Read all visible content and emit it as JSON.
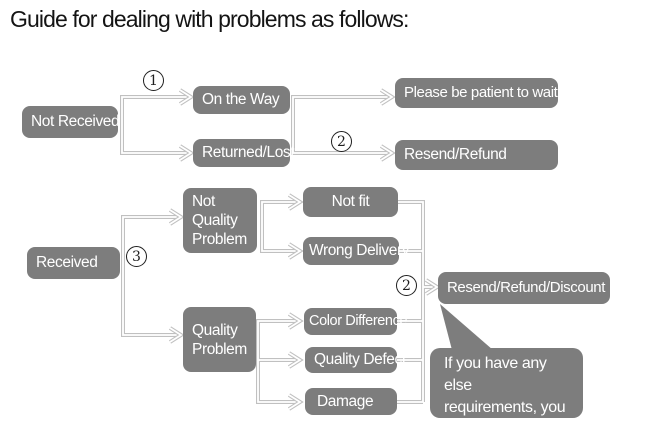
{
  "title": "Guide for dealing with problems as follows:",
  "colors": {
    "box_fill": "#7d7d7d",
    "box_text": "#ffffff",
    "line": "#c0c0c0",
    "marker_ink": "#1f1f1f",
    "background": "#ffffff"
  },
  "nodes": {
    "not_received": "Not Received",
    "on_the_way": "On the Way",
    "returned_lost": "Returned/Lost",
    "please_wait": "Please be patient to wait",
    "resend_refund": "Resend/Refund",
    "received": "Received",
    "not_quality_problem": "Not\nQuality\nProblem",
    "quality_problem": "Quality\nProblem",
    "not_fit": "Not fit",
    "wrong_delivery": "Wrong Delivery",
    "resend_refund_discount": "Resend/Refund/Discount",
    "color_difference": "Color Difference",
    "quality_defect": "Quality Defect",
    "damage": "Damage"
  },
  "markers": {
    "step1": "1",
    "step2_top": "2",
    "step3": "3",
    "step2_bottom": "2"
  },
  "note_bubble": "If you have any else\nrequirements, you could\nalso tell us!",
  "edges": [
    "Not Received → On the Way (1)",
    "Not Received → Returned/Lost",
    "On the Way → Please be patient to wait",
    "Returned/Lost → Resend/Refund (2)",
    "Received → Not Quality Problem (3)",
    "Received → Quality Problem (3)",
    "Not Quality Problem → Not fit",
    "Not Quality Problem → Wrong Delivery",
    "Quality Problem → Color Difference",
    "Quality Problem → Quality Defect",
    "Quality Problem → Damage",
    "Not fit / Wrong Delivery / Color Difference / Quality Defect / Damage → Resend/Refund/Discount (2)",
    "Resend/Refund/Discount ← note: If you have any else requirements, you could also tell us!"
  ]
}
